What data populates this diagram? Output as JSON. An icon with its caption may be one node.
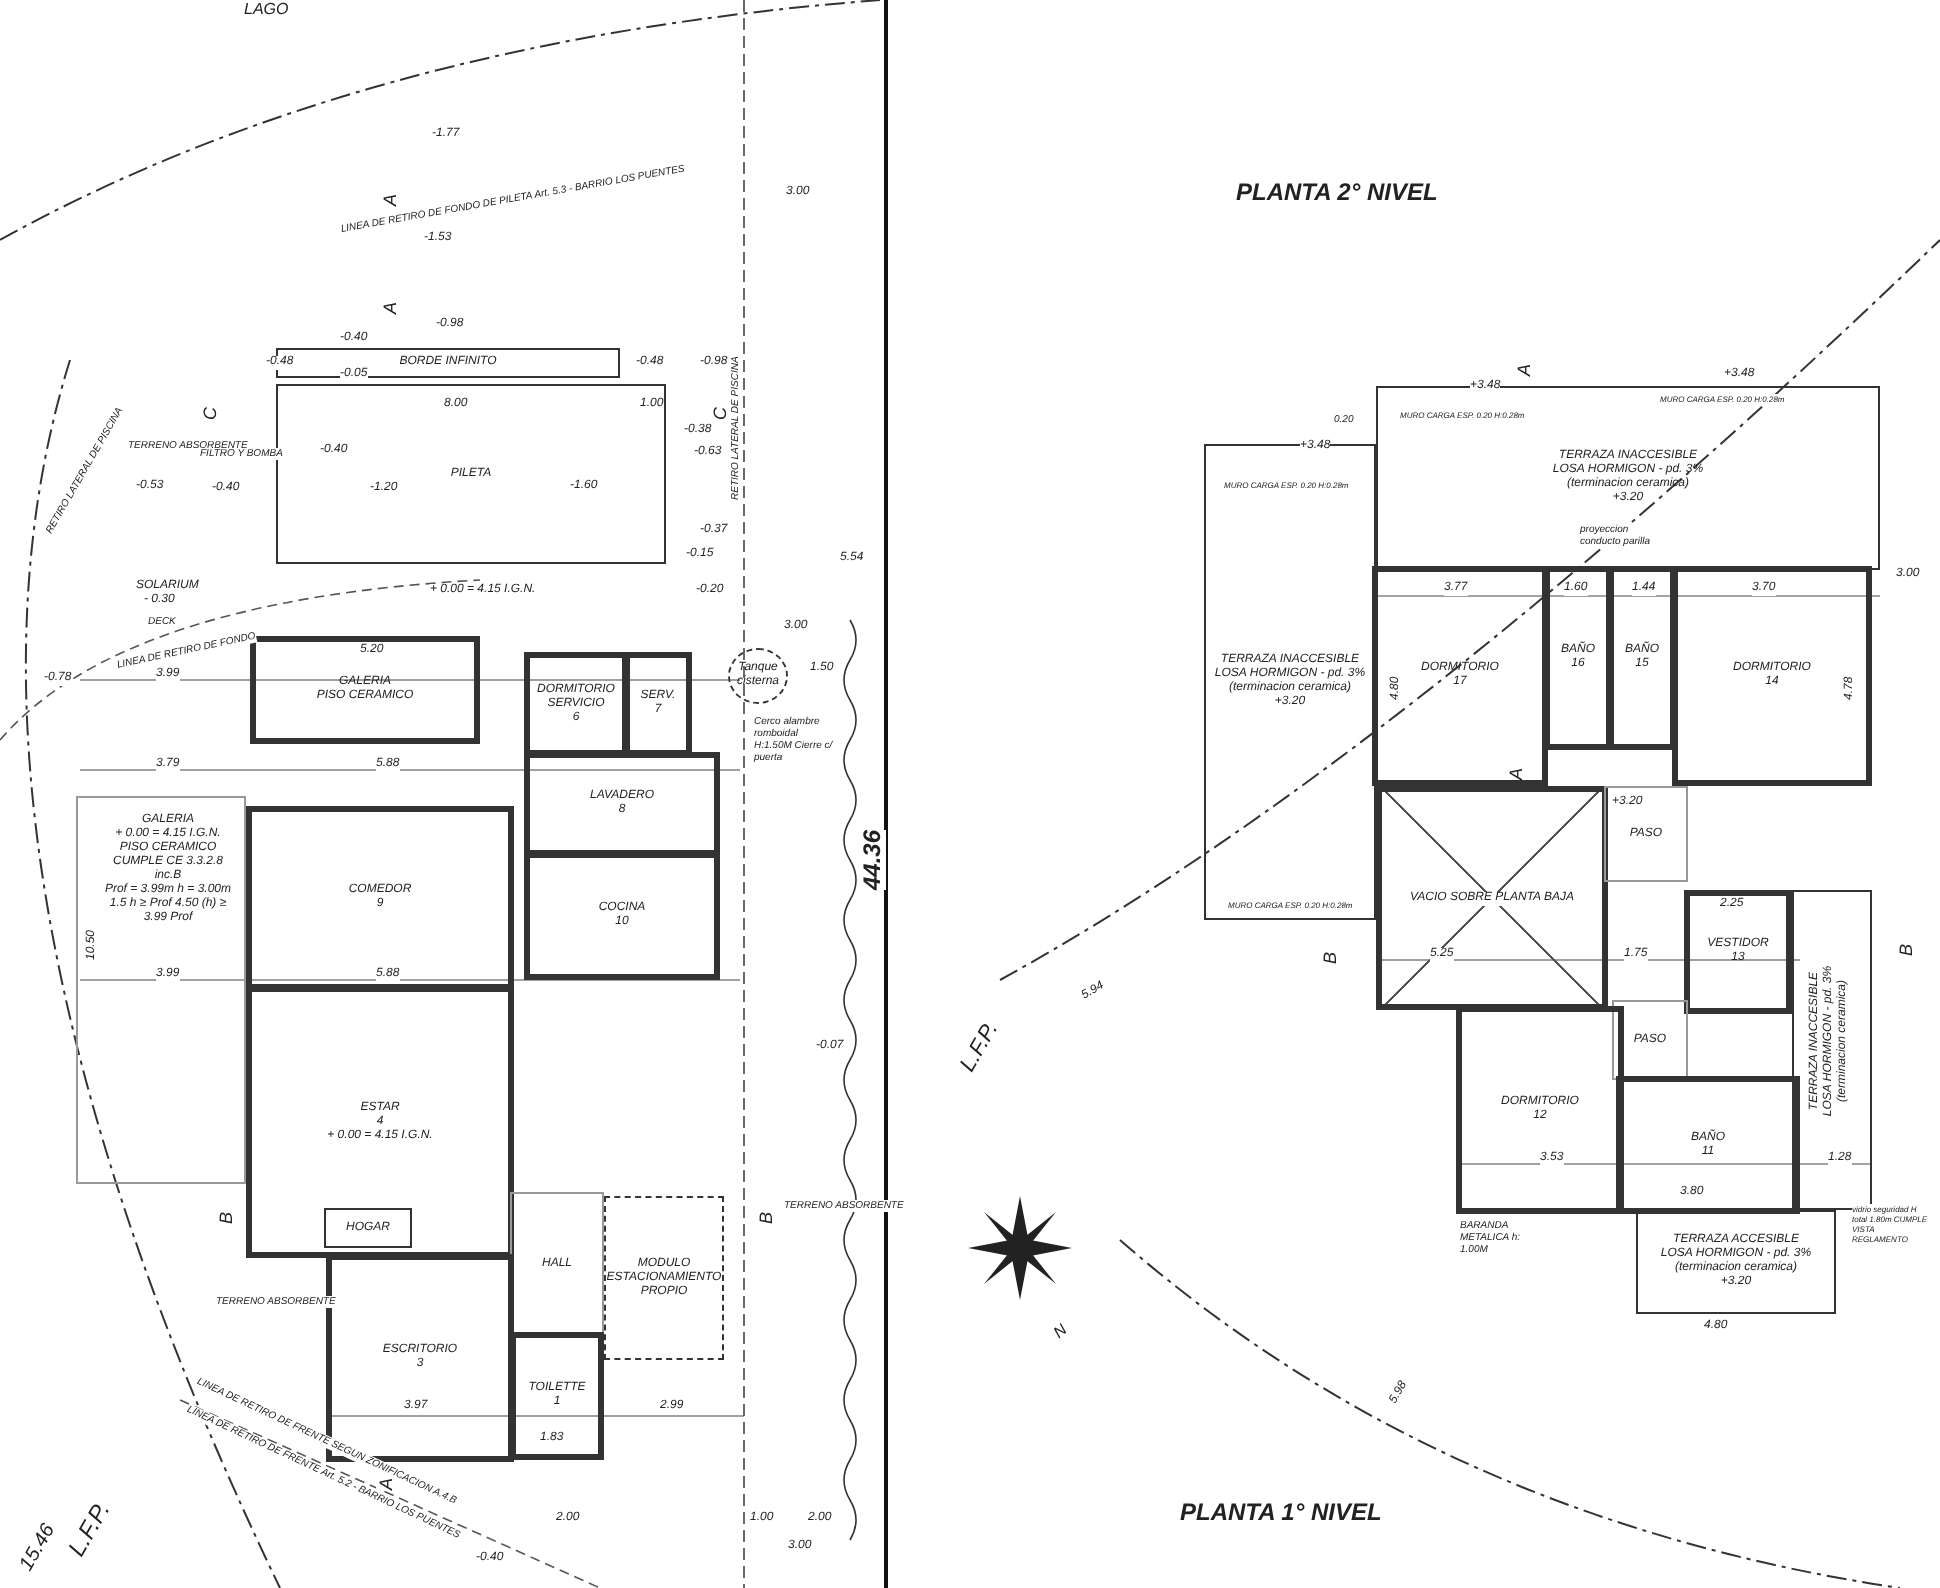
{
  "diagram": {
    "nodes": [
      {
        "text": [
          "BORDE INFINITO"
        ]
      },
      {
        "text": [
          "PILETA"
        ]
      },
      {
        "text": [
          "GALERIA",
          "PISO CERAMICO"
        ]
      },
      {
        "text": [
          "DORMITORIO SERVICIO",
          "6"
        ]
      },
      {
        "text": [
          "SERV.",
          "7"
        ]
      },
      {
        "text": [
          "LAVADERO",
          "8"
        ]
      },
      {
        "text": [
          "COCINA",
          "10"
        ]
      },
      {
        "text": [
          "GALERIA",
          "+ 0.00 = 4.15 I.G.N.",
          "PISO CERAMICO",
          "CUMPLE CE 3.3.2.8 inc.B",
          "Prof = 3.99m h = 3.00m",
          "1.5 h ≥ Prof 4.50 (h) ≥ 3.99 Prof"
        ]
      },
      {
        "text": [
          "COMEDOR",
          "9"
        ]
      },
      {
        "text": [
          "ESTAR",
          "4",
          "+ 0.00 = 4.15 I.G.N."
        ]
      },
      {
        "text": [
          "HOGAR"
        ],
        "in": 9
      },
      {
        "text": [
          "HALL"
        ]
      },
      {
        "text": [
          "MODULO ESTACIONAMIENTO PROPIO"
        ]
      },
      {
        "text": [
          "ESCRITORIO",
          "3"
        ]
      },
      {
        "text": [
          "TOILETTE",
          "1"
        ]
      },
      {
        "text": [
          "TERRAZA INACCESIBLE",
          "LOSA HORMIGON - pd. 3%",
          "(terminacion ceramica)",
          "+3.20"
        ]
      },
      {
        "text": [
          "TERRAZA INACCESIBLE",
          "LOSA HORMIGON - pd. 3%",
          "(terminacion ceramica)",
          "+3.20"
        ]
      },
      {
        "text": [
          "DORMITORIO",
          "17"
        ]
      },
      {
        "text": [
          "BAÑO",
          "16"
        ]
      },
      {
        "text": [
          "BAÑO",
          "15"
        ]
      },
      {
        "text": [
          "DORMITORIO",
          "14"
        ]
      },
      {
        "text": [
          "VACIO SOBRE PLANTA BAJA"
        ]
      },
      {
        "text": [
          "PASO"
        ]
      },
      {
        "text": [
          "VESTIDOR",
          "13"
        ]
      },
      {
        "text": [
          "PASO"
        ]
      },
      {
        "text": [
          "DORMITORIO",
          "12"
        ]
      },
      {
        "text": [
          "BAÑO",
          "11"
        ]
      },
      {
        "text": [
          "TERRAZA INACCESIBLE",
          "LOSA HORMIGON - pd. 3%",
          "(terminacion ceramica)"
        ]
      },
      {
        "text": [
          "TERRAZA ACCESIBLE",
          "LOSA HORMIGON - pd. 3%",
          "(terminacion ceramica)",
          "+3.20"
        ]
      },
      {
        "text": [
          "Tanque cisterna"
        ]
      }
    ],
    "labels": [
      "PLANTA 2° NIVEL",
      "PLANTA 1° NIVEL",
      "LAGO",
      "15.46",
      "L.F.P.",
      "44.36",
      "L.F.P.",
      "5.94",
      "5.98",
      "-1.77",
      "-1.53",
      "-0.98",
      "-0.40",
      "-0.48",
      "-0.05",
      "-0.48",
      "-0.98",
      "TERRENO ABSORBENTE",
      "FILTRO Y BOMBA",
      "-0.40",
      "-0.53",
      "-0.40",
      "-1.20",
      "-1.60",
      "SOLARIUM",
      "- 0.30",
      "DECK",
      "+ 0.00 = 4.15 I.G.N.",
      "LINEA DE RETIRO DE FONDO",
      "LINEA DE RETIRO DE FONDO DE PILETA Art. 5.3 - BARRIO LOS PUENTES",
      "RETIRO LATERAL DE PISCINA",
      "RETIRO LATERAL DE PISCINA",
      "-0.38",
      "-0.63",
      "-0.37",
      "-0.15",
      "-0.20",
      "8.00",
      "1.00",
      "5.54",
      "3.00",
      "3.00",
      "3.99",
      "5.20",
      "3.79",
      "5.88",
      "3.99",
      "5.88",
      "10.50",
      "-0.78",
      "1.50",
      "Cerco alambre romboidal H:1.50M Cierre c/ puerta",
      "-0.07",
      "TERRENO ABSORBENTE",
      "TERRENO ABSORBENTE",
      "3.97",
      "1.83",
      "2.99",
      "2.00",
      "1.00",
      "2.00",
      "3.00",
      "-0.40",
      "LINEA DE RETIRO DE FRENTE SEGUN ZONIFICACION A.4.B",
      "LINEA DE RETIRO DE FRENTE Art. 5.2 - BARRIO LOS PUENTES",
      "A",
      "A",
      "A",
      "B",
      "B",
      "C",
      "C",
      "A",
      "A",
      "B",
      "B",
      "+3.48",
      "+3.48",
      "+3.48",
      "0.20",
      "MURO CARGA ESP. 0.20 H:0.28m",
      "MURO CARGA ESP. 0.20 H:0.28m",
      "MURO CARGA ESP. 0.20 H:0.28m",
      "MURO CARGA ESP. 0.20 H:0.28m",
      "+3.20",
      "proyeccion conducto parilla",
      "3.77",
      "1.60",
      "1.44",
      "3.70",
      "4.80",
      "4.78",
      "5.25",
      "1.75",
      "2.25",
      "3.53",
      "3.80",
      "1.28",
      "4.80",
      "BARANDA METALICA h: 1.00M",
      "vidrio seguridad H total 1.80m CUMPLE VISTA REGLAMENTO",
      "3.00",
      "N"
    ]
  }
}
